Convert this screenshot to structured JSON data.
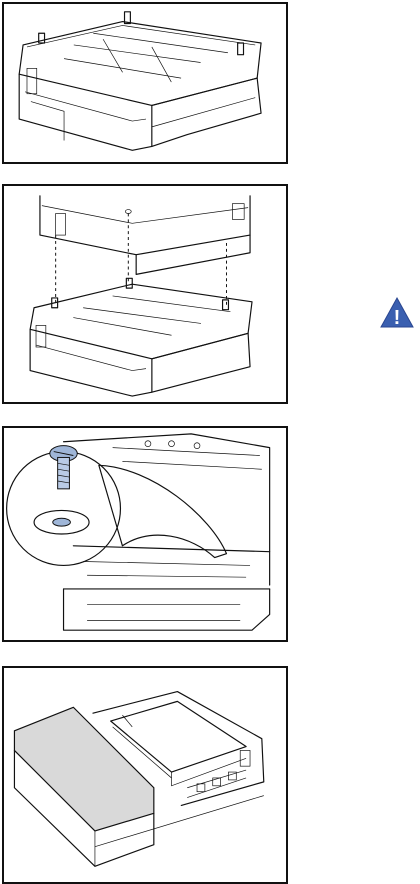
{
  "panels": [
    {
      "name": "tray-unit-illustration"
    },
    {
      "name": "printer-onto-tray-illustration"
    },
    {
      "name": "screw-detail-illustration"
    },
    {
      "name": "paper-cassette-illustration"
    }
  ],
  "warning": {
    "glyph": "!",
    "color": "#3a5fb0",
    "icon": "warning-triangle-icon"
  }
}
